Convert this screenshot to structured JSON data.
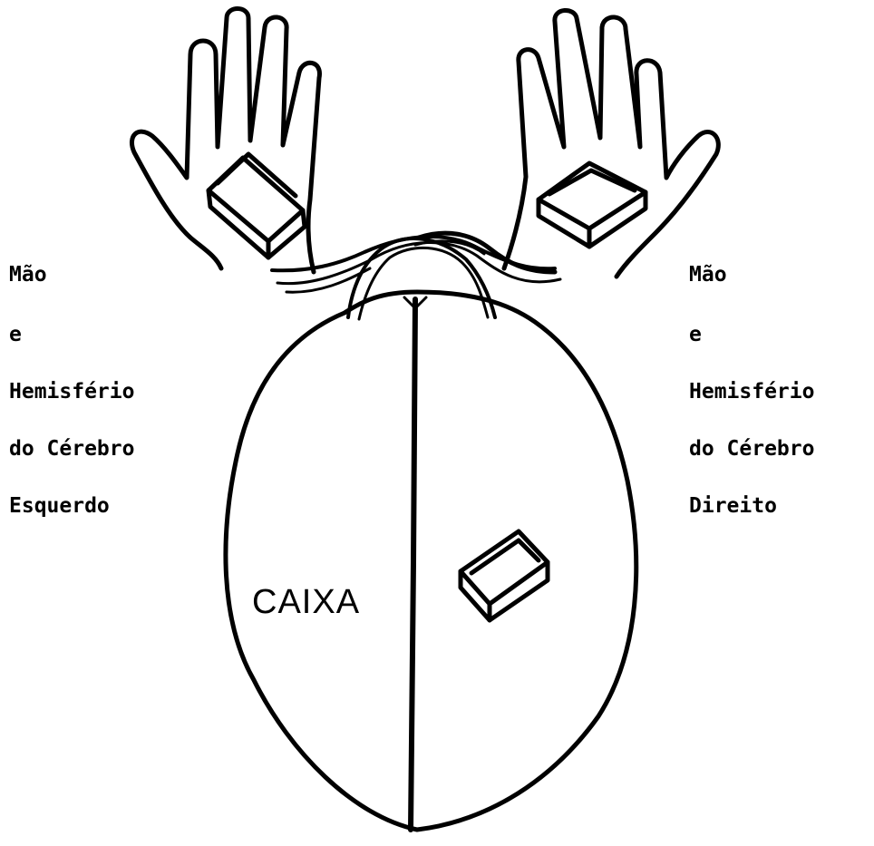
{
  "left_label": {
    "line1": "Mão",
    "line2": "e",
    "line3": "Hemisfério",
    "line4": "do Cérebro",
    "line5": "Esquerdo"
  },
  "right_label": {
    "line1": "Mão",
    "line2": "e",
    "line3": "Hemisfério",
    "line4": "do Cérebro",
    "line5": "Direito"
  },
  "left_hemisphere_text": "CAIXA",
  "colors": {
    "ink": "#000000",
    "background": "#ffffff"
  }
}
